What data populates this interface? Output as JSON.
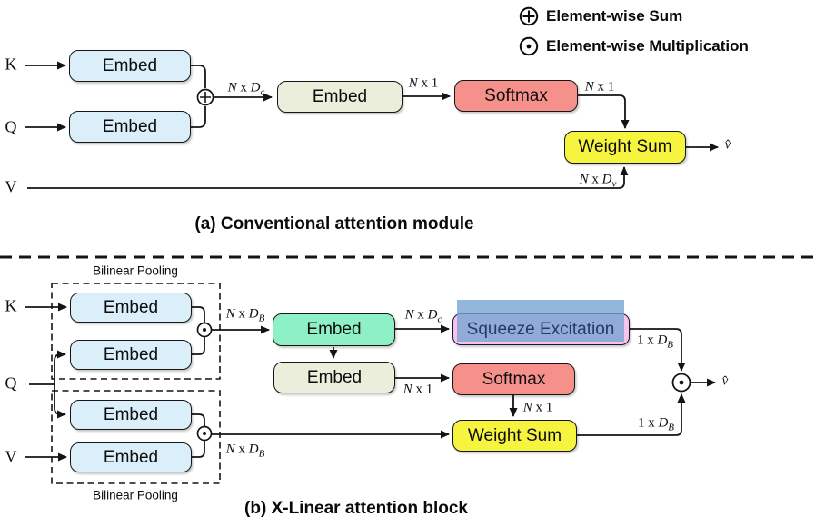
{
  "legend": {
    "sum_symbol": "element-wise-sum-icon",
    "sum_label": "Element-wise Sum",
    "mult_symbol": "element-wise-multiplication-icon",
    "mult_label": "Element-wise Multiplication"
  },
  "section_a": {
    "caption": "(a) Conventional attention module",
    "inputs": {
      "k": "K",
      "q": "Q",
      "v": "V"
    },
    "output": "v̂",
    "boxes": {
      "embed_k": "Embed",
      "embed_q": "Embed",
      "embed_mid": "Embed",
      "softmax": "Softmax",
      "weight_sum": "Weight Sum"
    },
    "dims": {
      "kq_out": "N x D_c",
      "embed_out": "N x 1",
      "softmax_out": "N x 1",
      "v_in": "N x D_v"
    }
  },
  "section_b": {
    "caption": "(b) X-Linear attention block",
    "bilinear_top": "Bilinear Pooling",
    "bilinear_bottom": "Bilinear Pooling",
    "inputs": {
      "k": "K",
      "q": "Q",
      "v": "V"
    },
    "output": "v̂",
    "boxes": {
      "embed_k": "Embed",
      "embed_q1": "Embed",
      "embed_q2": "Embed",
      "embed_v": "Embed",
      "embed_green": "Embed",
      "embed_olive": "Embed",
      "softmax": "Softmax",
      "weight_sum": "Weight Sum",
      "squeeze_excitation": "Squeeze Excitation"
    },
    "dims": {
      "kq_out": "N x D_B",
      "green_out": "N x D_c",
      "olive_out": "N x 1",
      "softmax_out": "N x 1",
      "se_out": "1 x D_B",
      "vq_out": "N x D_B",
      "ws_out": "1 x D_B"
    }
  },
  "colors": {
    "embed_blue": "#dbeffa",
    "embed_olive": "#eaeedb",
    "embed_green": "#8df1c5",
    "softmax_red": "#f5908a",
    "weight_sum_yellow": "#f7f440",
    "se_pink": "#f9c2ea",
    "se_overlay": "#74a3d0",
    "se_text": "#1f3a6e"
  }
}
